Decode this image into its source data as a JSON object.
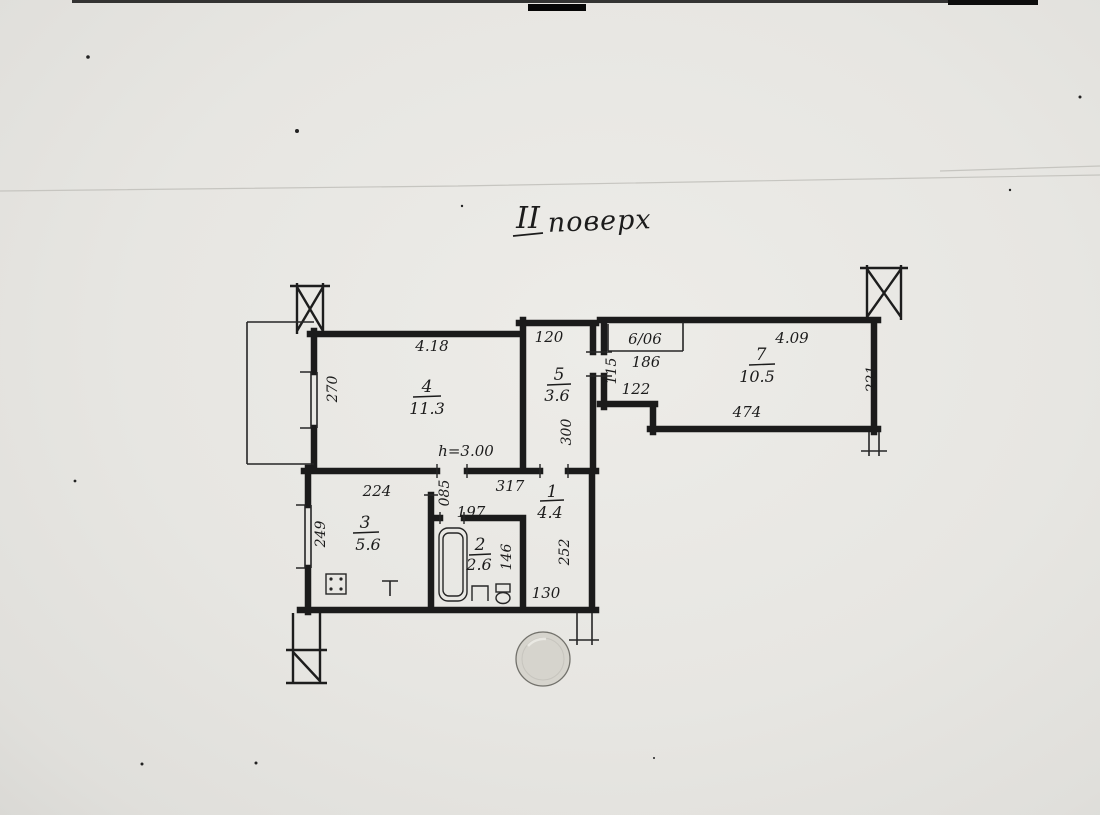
{
  "title": {
    "roman": "ІІ",
    "word": "поверх"
  },
  "annotations": {
    "height_note": "h=3.00"
  },
  "rooms": {
    "r1": {
      "number": "1",
      "area": "4.4"
    },
    "r2": {
      "number": "2",
      "area": "2.6"
    },
    "r3": {
      "number": "3",
      "area": "5.6"
    },
    "r4": {
      "number": "4",
      "area": "11.3"
    },
    "r5": {
      "number": "5",
      "area": "3.6"
    },
    "r6": {
      "label": "6/06",
      "dim_below": "186"
    },
    "r7": {
      "number": "7",
      "area": "10.5"
    }
  },
  "dimensions": {
    "room4_top": "4.18",
    "room4_left": "270",
    "room5_top": "120",
    "room5_right": "300",
    "room7_top": "4.09",
    "room7_bottom": "474",
    "room7_right": "221",
    "opening_a": "115",
    "opening_b": "122",
    "room3_top": "224",
    "room3_left": "249",
    "corridor_top": "317",
    "corridor_left": "085",
    "corridor_mid": "197",
    "bath_right": "146",
    "hall_right": "252",
    "hall_bottom": "130"
  }
}
